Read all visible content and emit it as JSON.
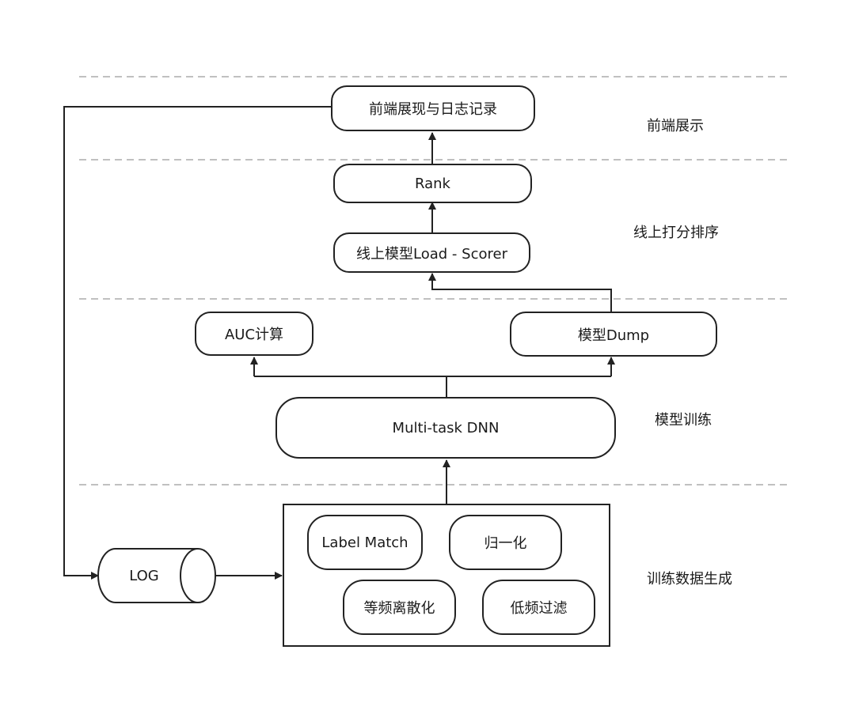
{
  "layers": {
    "frontend": "前端展示",
    "online_scoring": "线上打分排序",
    "training": "模型训练",
    "data_generation": "训练数据生成"
  },
  "nodes": {
    "frontend_log": "前端展现与日志记录",
    "rank": "Rank",
    "online_model_load": "线上模型Load - Scorer",
    "auc": "AUC计算",
    "model_dump": "模型Dump",
    "multitask_dnn": "Multi-task DNN",
    "log": "LOG",
    "label_match": "Label Match",
    "normalize": "归一化",
    "equal_freq_discretize": "等频离散化",
    "low_freq_filter": "低频过滤"
  },
  "colors": {
    "stroke": "#222222",
    "separator": "#9a9a9a",
    "background": "#ffffff"
  }
}
